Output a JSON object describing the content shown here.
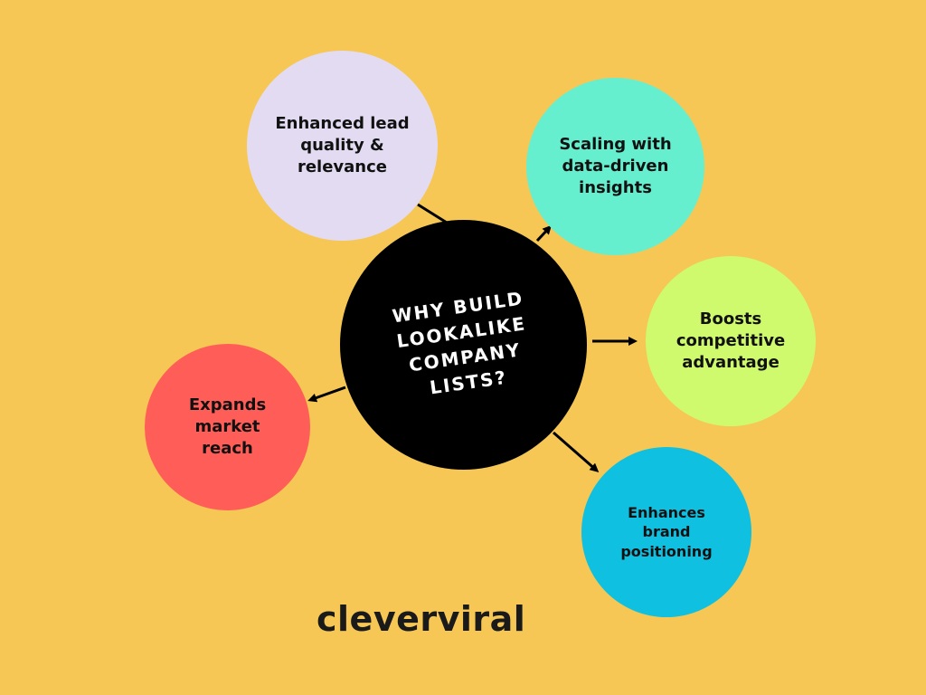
{
  "center": {
    "label": "WHY BUILD\nLOOKALIKE\nCOMPANY\nLISTS?",
    "color": "#000000",
    "text_color": "#FFFFFF"
  },
  "branches": [
    {
      "id": "n1",
      "label": "Enhanced lead\nquality &\nrelevance",
      "color": "#E2DBF1"
    },
    {
      "id": "n2",
      "label": "Scaling with\ndata-driven\ninsights",
      "color": "#66EFCF"
    },
    {
      "id": "n3",
      "label": "Boosts\ncompetitive\nadvantage",
      "color": "#CFFA6E"
    },
    {
      "id": "n4",
      "label": "Enhances\nbrand\npositioning",
      "color": "#0FC0E0"
    },
    {
      "id": "n5",
      "label": "Expands\nmarket\nreach",
      "color": "#FF5D57"
    }
  ],
  "background": "#F6C754",
  "logo": {
    "text": "cleverviral",
    "color": "#1A1A1A"
  }
}
